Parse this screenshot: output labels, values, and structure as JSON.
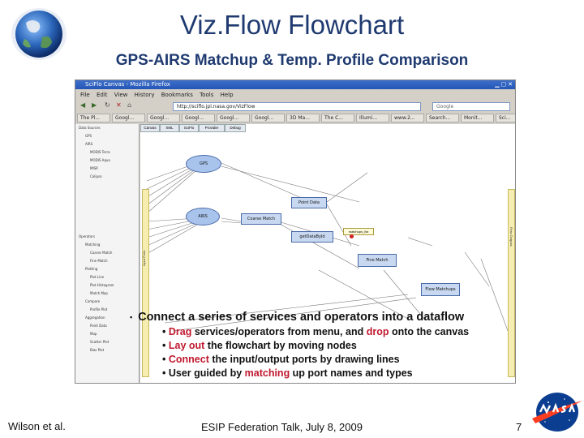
{
  "slide": {
    "title": "Viz.Flow Flowchart",
    "subtitle": "GPS-AIRS Matchup & Temp. Profile Comparison",
    "footer_left": "Wilson et al.",
    "footer_center": "ESIP Federation Talk, July 8, 2009",
    "page_number": "7"
  },
  "browser": {
    "window_title": "SciFlo Canvas - Mozilla Firefox",
    "menu": [
      "File",
      "Edit",
      "View",
      "History",
      "Bookmarks",
      "Tools",
      "Help"
    ],
    "url": "http://sciflo.jpl.nasa.gov/VizFlow",
    "search_placeholder": "Google",
    "tabs": [
      "The Pl...",
      "Googl...",
      "Googl...",
      "Googl...",
      "Googl...",
      "Googl...",
      "3D Ma...",
      "The C...",
      "Illumi...",
      "www.2...",
      "Search...",
      "Monit...",
      "Sci..."
    ]
  },
  "sidebar": {
    "items": [
      "Data Sources",
      "GPS",
      "AIRS",
      "MODIS Terra",
      "MODIS Aqua",
      "MISR",
      "Calipso",
      "Operators",
      "Matching",
      "Coarse Match",
      "Fine Match",
      "Plotting",
      "Plot Line",
      "Plot Histogram",
      "Match Map",
      "Compare",
      "Profile Plot",
      "Aggregation",
      "Point Data",
      "Map",
      "Scatter Plot",
      "Bias Plot"
    ]
  },
  "canvas": {
    "tabs": [
      "Canvas",
      "XML",
      "SciFlo",
      "Provider",
      "Debug"
    ],
    "lane_left": "Input Ports",
    "lane_right": "Flow Outputs",
    "nodes": {
      "gps": "GPS",
      "airs": "AIRS",
      "point_data": "Point Data",
      "coarse_match": "Coarse Match",
      "get_data": "getDataById",
      "fine_match": "Fine Match",
      "flow_matchups": "Flow Matchups",
      "tooltip": "matchups_list"
    }
  },
  "bullets": {
    "main": "Connect a series of services and operators into a dataflow",
    "sub1_hl": "Drag",
    "sub1_mid": " services/operators from menu, and ",
    "sub1_hl2": "drop",
    "sub1_end": " onto the canvas",
    "sub2_hl": "Lay out",
    "sub2_end": " the flowchart by moving nodes",
    "sub3_hl": "Connect",
    "sub3_end": " the input/output ports by drawing lines",
    "sub4_start": "User guided by ",
    "sub4_hl": "matching",
    "sub4_end": " up port names and types"
  },
  "colors": {
    "title": "#1f3a70",
    "highlight": "#c0182e",
    "nasa_blue": "#0b3d91",
    "nasa_red": "#fc3d21"
  }
}
